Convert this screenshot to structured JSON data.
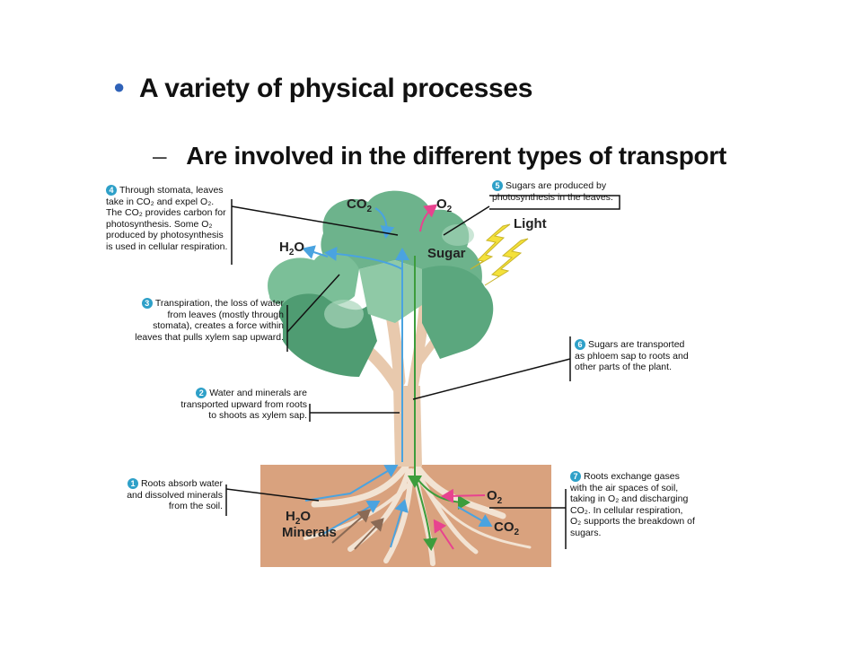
{
  "slide": {
    "bullet": "A variety of physical processes",
    "sub_bullet": "Are involved in the different types of transport"
  },
  "labels": {
    "co2_top": "CO",
    "co2_top_sub": "2",
    "o2_top": "O",
    "o2_top_sub": "2",
    "h2o_top": "H",
    "h2o_top_sub": "2",
    "h2o_top_end": "O",
    "sugar": "Sugar",
    "light": "Light",
    "h2o_bottom": "H",
    "h2o_bottom_sub": "2",
    "h2o_bottom_end": "O",
    "minerals": "Minerals",
    "o2_bottom": "O",
    "o2_bottom_sub": "2",
    "co2_bottom": "CO",
    "co2_bottom_sub": "2"
  },
  "callouts": {
    "c4": {
      "num": "4",
      "text": "Through stomata, leaves take in CO₂ and expel O₂. The CO₂ provides carbon for photosynthesis. Some O₂ produced by photosynthesis is used in cellular respiration."
    },
    "c3": {
      "num": "3",
      "text": "Transpiration, the loss of water from leaves (mostly through stomata), creates a force within leaves that pulls xylem sap upward."
    },
    "c2": {
      "num": "2",
      "text": "Water and minerals are transported upward from roots to shoots as xylem sap."
    },
    "c1": {
      "num": "1",
      "text": "Roots absorb water and dissolved minerals from the soil."
    },
    "c5": {
      "num": "5",
      "text": "Sugars are produced by photosynthesis in the leaves."
    },
    "c6": {
      "num": "6",
      "text": "Sugars are transported as phloem sap to roots and other parts of the plant."
    },
    "c7": {
      "num": "7",
      "text": "Roots exchange gases with the air spaces of soil, taking in O₂ and discharging CO₂. In cellular respiration, O₂ supports the breakdown of sugars."
    }
  },
  "colors": {
    "soil": "#d9a27e",
    "leaf_dark": "#4f9c72",
    "leaf_light": "#8fc9a6",
    "trunk": "#e8c9ad",
    "xylem_arrow": "#4aa3e0",
    "phloem_arrow": "#3c9d3c",
    "o2_arrow": "#e8438f",
    "light_bolt": "#f4e13a",
    "callout_number": "#2ea0c8"
  }
}
